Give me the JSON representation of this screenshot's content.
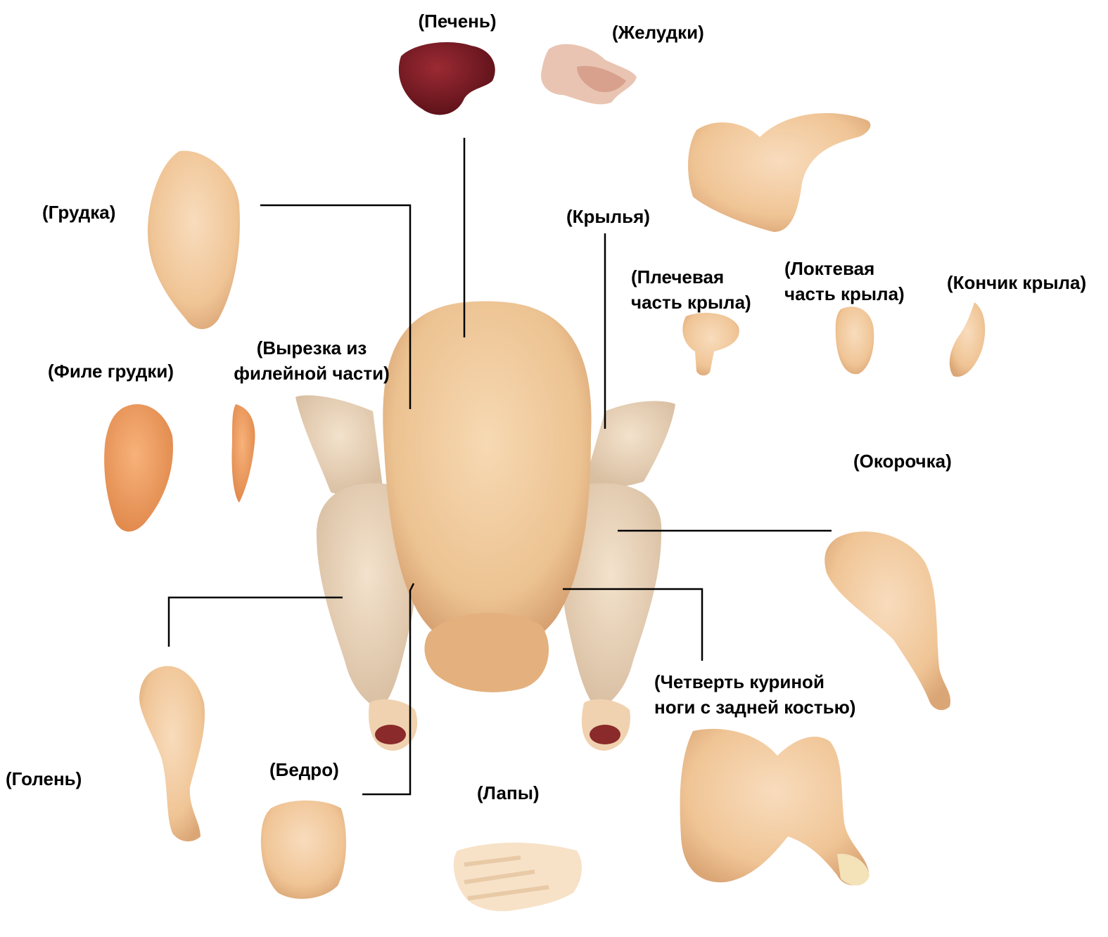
{
  "labels": {
    "liver": "(Печень)",
    "gizzards": "(Желудки)",
    "breast": "(Грудка)",
    "wings": "(Крылья)",
    "wing_upper": "(Плечевая\nчасть крыла)",
    "wing_mid": "(Локтевая\nчасть крыла)",
    "wing_tip": "(Кончик крыла)",
    "tenderloin": "(Вырезка из\nфилейной части)",
    "breast_fillet": "(Филе грудки)",
    "leg": "(Окорочка)",
    "leg_quarter": "(Четверть куриной\nноги с задней костью)",
    "drumstick": "(Голень)",
    "thigh": "(Бедро)",
    "feet": "(Лапы)"
  },
  "colors": {
    "skin": "#f2c79a",
    "skin_light": "#f6d9b8",
    "skin_shadow": "#d9a77a",
    "liver": "#7a1a22",
    "fillet": "#ee9f62",
    "cut_end": "#8a2a2a",
    "feet": "#f7e2c8"
  }
}
